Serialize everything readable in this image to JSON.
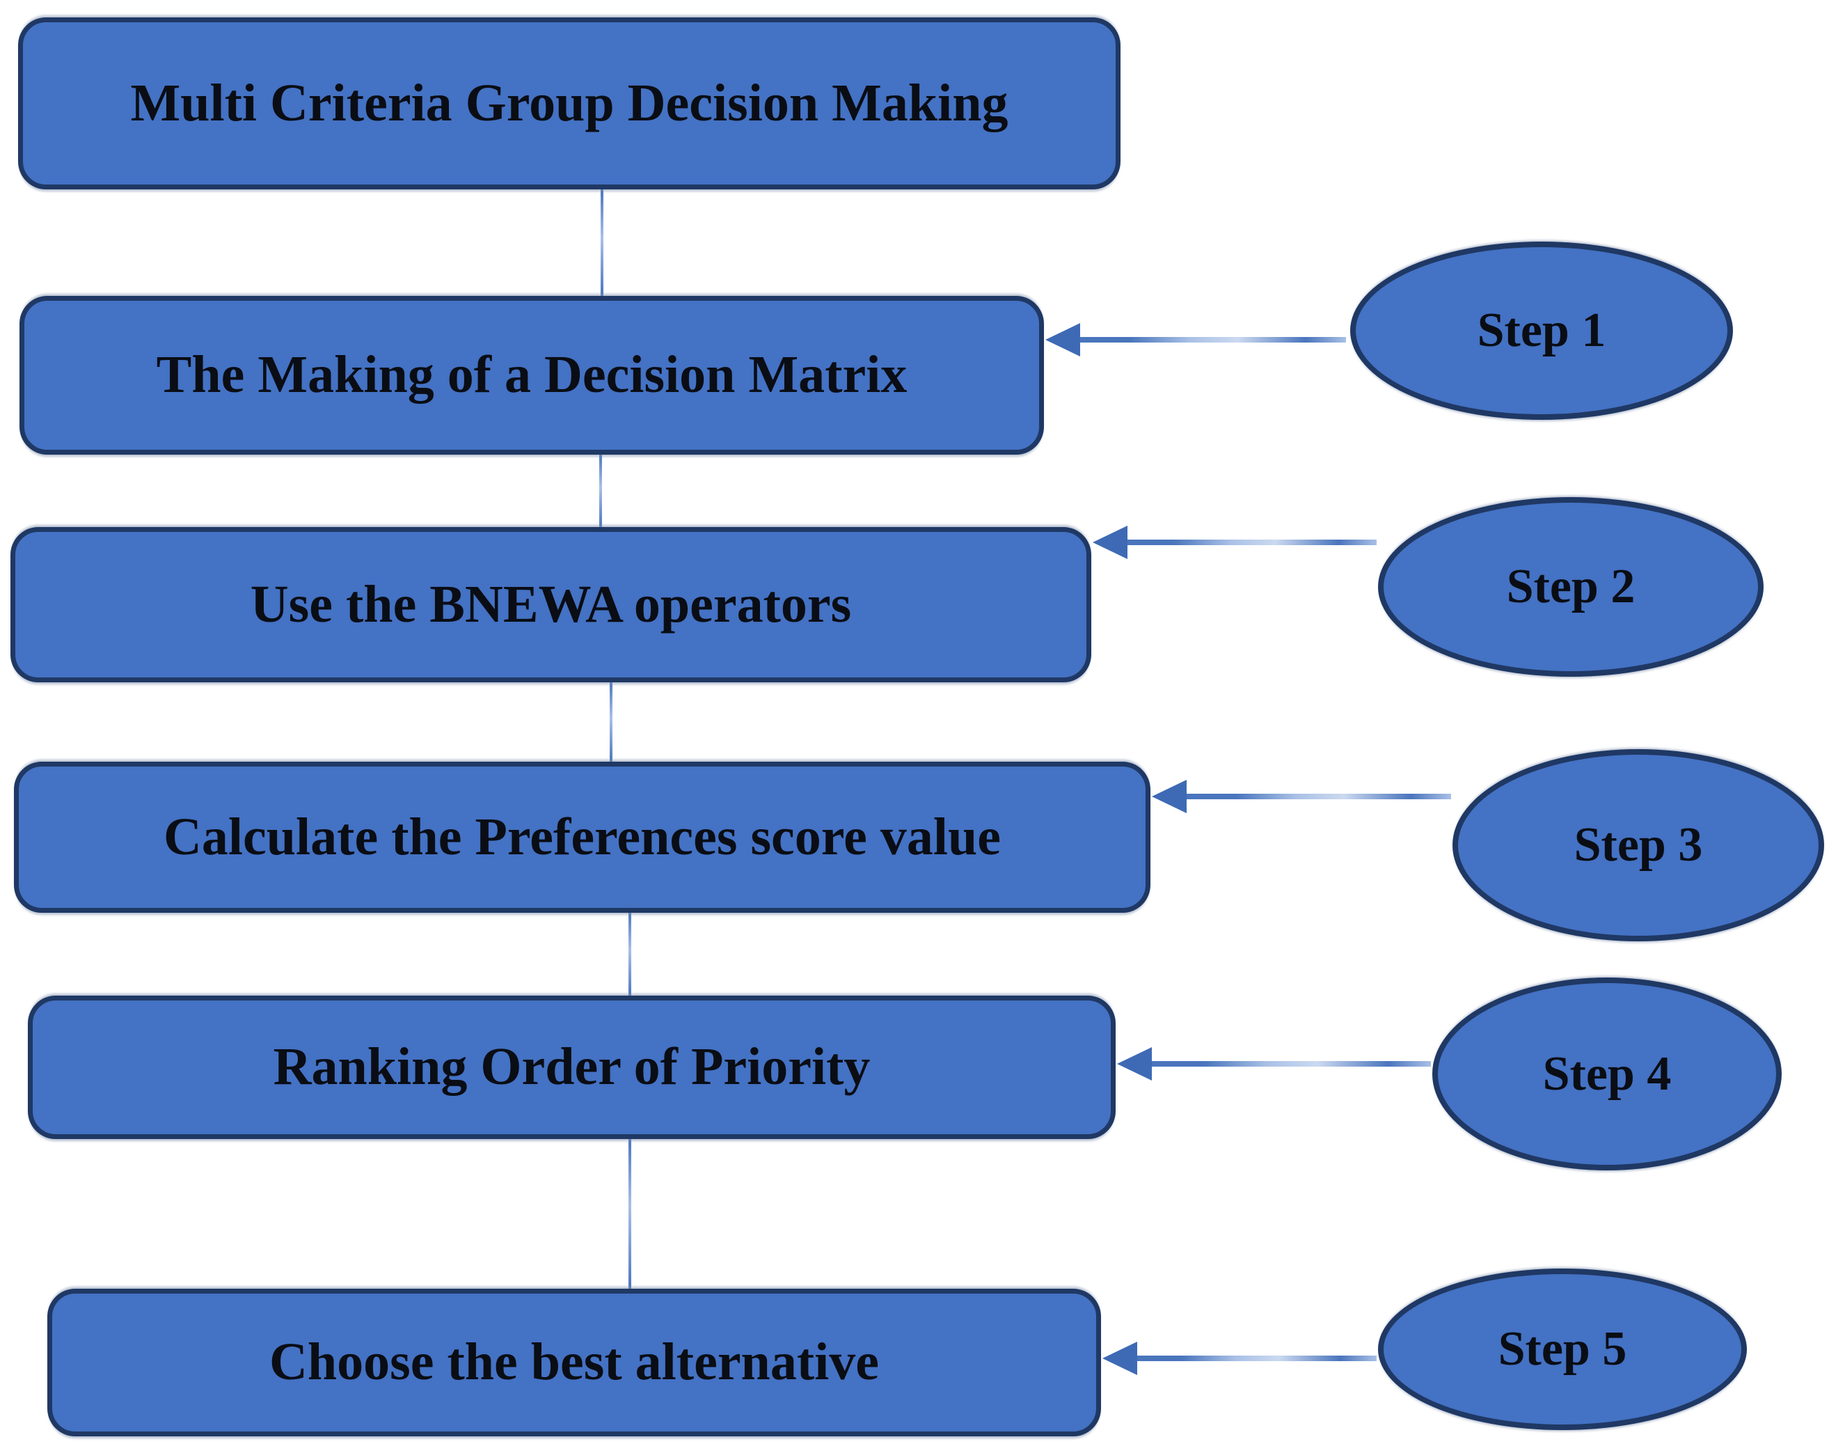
{
  "diagram": {
    "type": "flowchart",
    "description": "Multi Criteria Group Decision Making process flow with five steps"
  },
  "boxes": [
    {
      "label": "Multi Criteria Group Decision Making"
    },
    {
      "label": "The Making of a Decision Matrix"
    },
    {
      "label": "Use the BNEWA operators"
    },
    {
      "label": "Calculate the Preferences score value"
    },
    {
      "label": "Ranking Order of Priority"
    },
    {
      "label": "Choose the best alternative"
    }
  ],
  "steps": [
    {
      "label": "Step 1"
    },
    {
      "label": "Step 2"
    },
    {
      "label": "Step 3"
    },
    {
      "label": "Step 4"
    },
    {
      "label": "Step 5"
    }
  ],
  "colors": {
    "shape_fill": "#4472C4",
    "shape_border": "#1F3864",
    "text_color": "#0A0D14",
    "connector": "#6C8ECB",
    "arrow_head": "#3E6AB5",
    "arrow_light": "#A9C0E6",
    "arrow_lighter": "#CBD9F0",
    "arrow_mid": "#4A75BD"
  }
}
